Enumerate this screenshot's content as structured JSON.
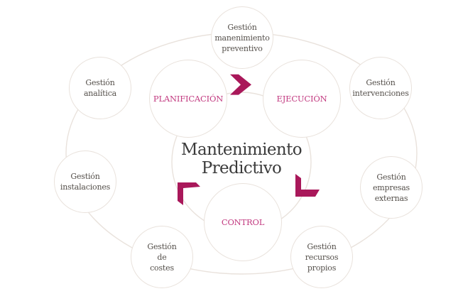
{
  "diagram": {
    "title": "Mantenimiento\nPredictivo",
    "colors": {
      "accent": "#a9185a",
      "stage_text": "#c23a80",
      "outline": "#e9e2dc",
      "node_text": "#55504b",
      "title_text": "#3b3b3b"
    },
    "stages": [
      {
        "id": "planificacion",
        "label": "PLANIFICACIÓN"
      },
      {
        "id": "ejecucion",
        "label": "EJECUCIÓN"
      },
      {
        "id": "control",
        "label": "CONTROL"
      }
    ],
    "outer_nodes": [
      {
        "id": "mantenimiento-preventivo",
        "label": "Gestión\nmanenimiento\npreventivo"
      },
      {
        "id": "intervenciones",
        "label": "Gestión\nintervenciones"
      },
      {
        "id": "empresas-externas",
        "label": "Gestión\nempresas\nexternas"
      },
      {
        "id": "recursos-propios",
        "label": "Gestión\nrecursos\npropios"
      },
      {
        "id": "costes",
        "label": "Gestión\nde\ncostes"
      },
      {
        "id": "instalaciones",
        "label": "Gestión\ninstalaciones"
      },
      {
        "id": "analitica",
        "label": "Gestión\nanalítica"
      }
    ],
    "arrows": [
      {
        "from": "planificacion",
        "to": "ejecucion",
        "icon": "chevron-right-icon"
      },
      {
        "from": "ejecucion",
        "to": "control",
        "icon": "chevron-down-left-icon"
      },
      {
        "from": "control",
        "to": "planificacion",
        "icon": "chevron-up-left-icon"
      }
    ]
  }
}
